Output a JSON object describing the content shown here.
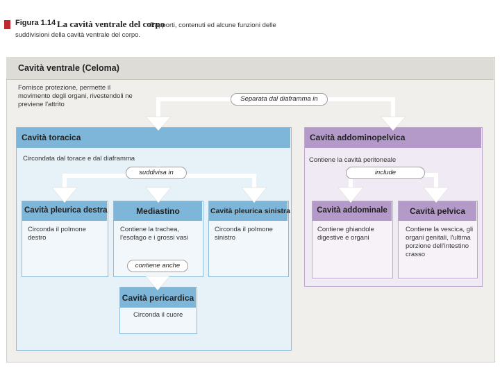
{
  "figure": {
    "label": "Figura 1.14",
    "title": "La cavità ventrale del corpo",
    "caption_line1": "Rapporti, contenuti ed alcune funzioni delle",
    "caption_line2": "suddivisioni della cavità ventrale del corpo.",
    "marker_color": "#c0282d"
  },
  "ventral": {
    "title": "Cavità ventrale (Celoma)",
    "description": "Fornisce protezione, permette il movimento degli organi, rivestendoli ne previene l'attrito",
    "connector": "Separata dal diaframma in"
  },
  "thoracic": {
    "title": "Cavità toracica",
    "description": "Circondata dal torace e dal diaframma",
    "connector": "suddivisa in",
    "children": [
      {
        "title": "Cavità pleurica destra",
        "description": "Circonda il polmone destro"
      },
      {
        "title": "Mediastino",
        "description": "Contiene la trachea, l'esofago e i grossi vasi"
      },
      {
        "title": "Cavità pleurica sinistra",
        "description": "Circonda il polmone sinistro"
      }
    ],
    "mediastinum_connector": "contiene anche",
    "pericardial": {
      "title": "Cavità pericardica",
      "description": "Circonda il cuore"
    }
  },
  "abdominopelvic": {
    "title": "Cavità addominopelvica",
    "description": "Contiene la cavità peritoneale",
    "connector": "include",
    "children": [
      {
        "title": "Cavità addominale",
        "description": "Contiene ghiandole digestive e organi"
      },
      {
        "title": "Cavità pelvica",
        "description": "Contiene la vescica, gli organi genitali, l'ultima porzione dell'intestino crasso"
      }
    ]
  },
  "colors": {
    "thoracic_header": "#7db6d9",
    "thoracic_body": "#e7f1f8",
    "abdominopelvic_header": "#b49ac9",
    "abdominopelvic_body": "#efeaf3",
    "connector_arrow": "#ffffff"
  }
}
